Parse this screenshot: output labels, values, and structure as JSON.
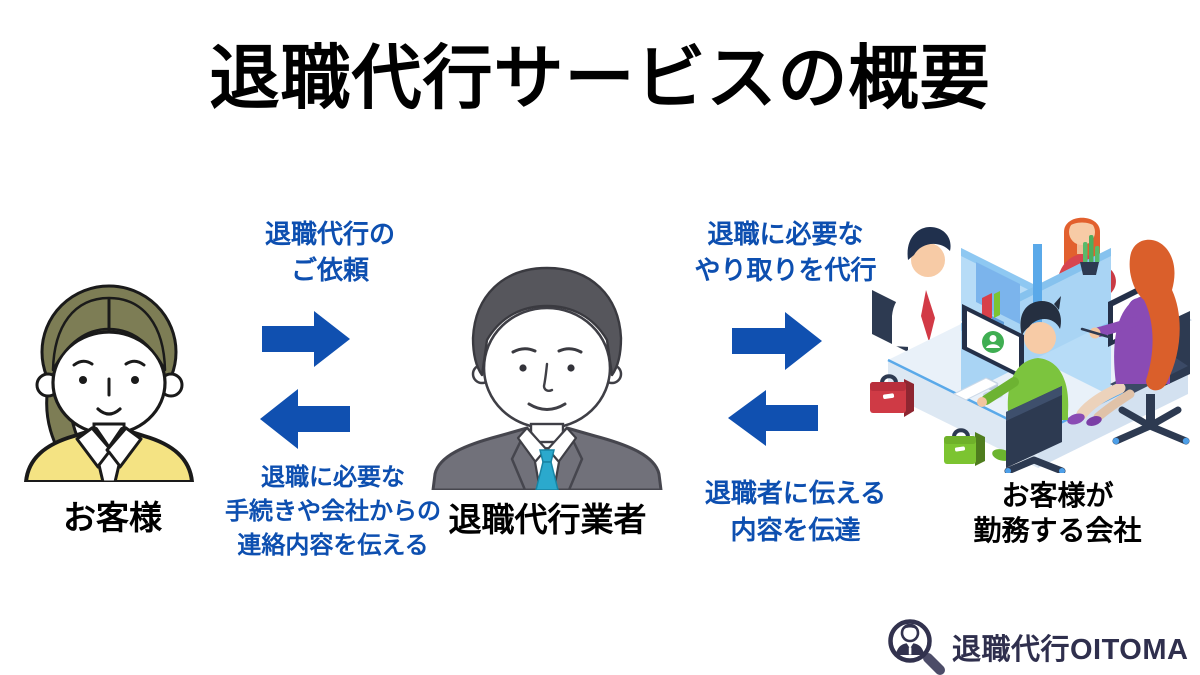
{
  "title": "退職代行サービスの概要",
  "actors": {
    "customer": {
      "label": "お客様",
      "illustration": "woman-in-yellow-jacket"
    },
    "agency": {
      "label": "退職代行業者",
      "illustration": "man-in-gray-suit-teal-tie"
    },
    "company": {
      "line1": "お客様が",
      "line2": "勤務する会社",
      "illustration": "isometric-office-with-four-workers"
    }
  },
  "flows": {
    "request": {
      "line1": "退職代行の",
      "line2": "ご依頼",
      "direction": "right",
      "from": "customer",
      "to": "agency"
    },
    "report": {
      "line1": "退職に必要な",
      "line2": "手続きや会社からの",
      "line3": "連絡内容を伝える",
      "direction": "left",
      "from": "agency",
      "to": "customer"
    },
    "proxy": {
      "line1": "退職に必要な",
      "line2": "やり取りを代行",
      "direction": "right",
      "from": "agency",
      "to": "company"
    },
    "relay": {
      "line1": "退職者に伝える",
      "line2": "内容を伝達",
      "direction": "left",
      "from": "company",
      "to": "agency"
    }
  },
  "logo": {
    "text": "退職代行OITOMA",
    "icon": "magnifier-person-icon"
  },
  "colors": {
    "background": "#ffffff",
    "title_text": "#000000",
    "arrow_blue": "#1050b0",
    "flow_text_blue": "#0d4fb0",
    "logo_navy": "#2f2f4d",
    "woman_hair_olive": "#7d7d55",
    "woman_jacket_yellow": "#f4e383",
    "man_suit_gray": "#71717a",
    "man_tie_teal": "#2ba9cd",
    "office_desk_blue": "#e9f1f9",
    "office_partition_blue": "#b7dcf7"
  }
}
